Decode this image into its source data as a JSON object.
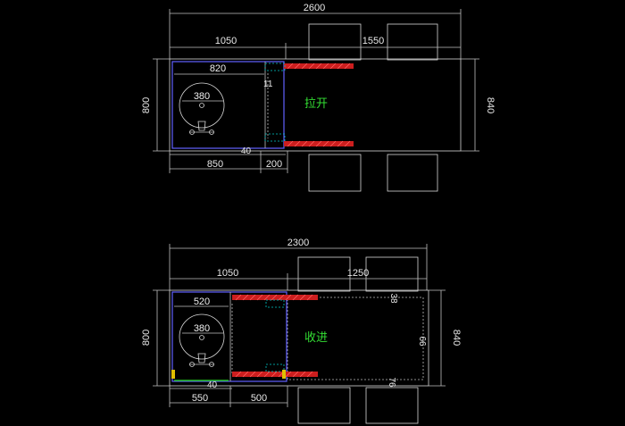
{
  "top": {
    "dims": {
      "overall": "2600",
      "left": "1050",
      "right": "1550",
      "inner_width": "820",
      "height_left": "800",
      "depth_right": "840",
      "bottom_left": "850",
      "bottom_right": "200",
      "small_a": "11",
      "small_b": "40"
    },
    "sink_label": "380",
    "action_label": "拉开"
  },
  "bottom": {
    "dims": {
      "overall": "2300",
      "left": "1050",
      "right": "1250",
      "inner_width": "520",
      "height_left": "800",
      "depth_right": "840",
      "bottom_left": "550",
      "bottom_right": "500",
      "small_a": "38",
      "small_b": "66",
      "small_c": "76",
      "small_d": "40"
    },
    "sink_label": "380",
    "action_label": "收进"
  },
  "colors": {
    "background": "#000000",
    "line": "#d8d8d8",
    "cabinet_outline": "#6060ff",
    "rail": "#cc1e1e",
    "label": "#33dd33",
    "guide": "#00c8c8",
    "marker": "#e0c000"
  }
}
